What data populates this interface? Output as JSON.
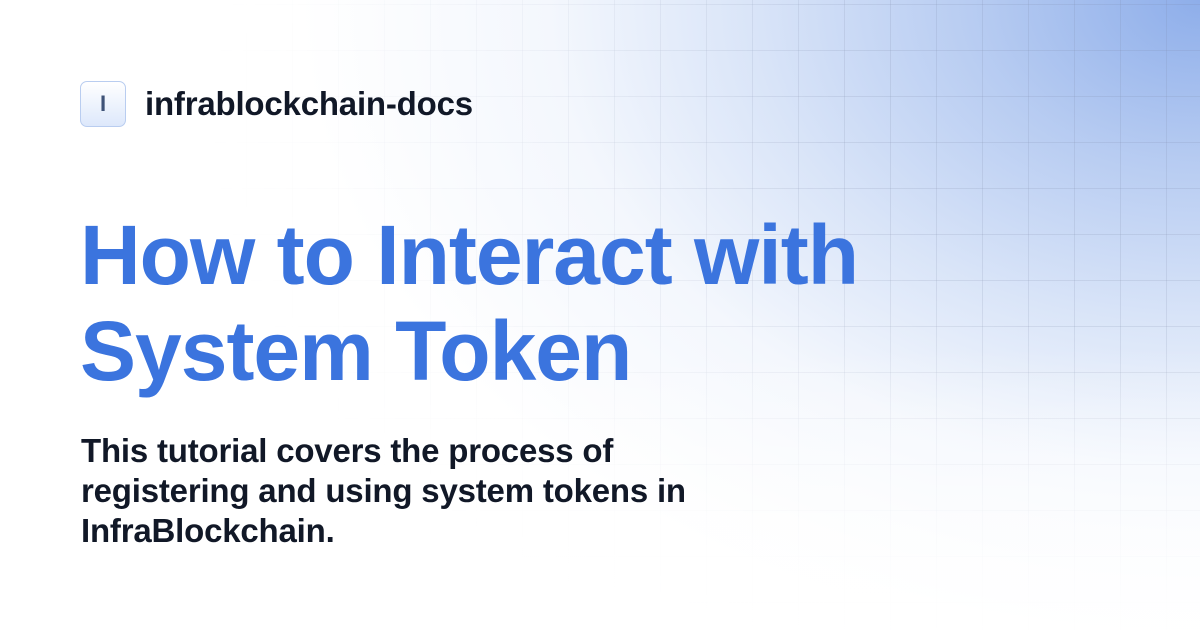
{
  "site": {
    "logo_letter": "I",
    "name": "infrablockchain-docs"
  },
  "page": {
    "title_lines": [
      "How to Interact with",
      "System Token"
    ],
    "description_lines": [
      "This tutorial covers the process of",
      "registering and using system tokens in",
      "InfraBlockchain."
    ]
  },
  "colors": {
    "title": "#3b74de",
    "text": "#111827",
    "gradient_accent": "#8eaeea",
    "logo_border": "#b9cdf0"
  }
}
